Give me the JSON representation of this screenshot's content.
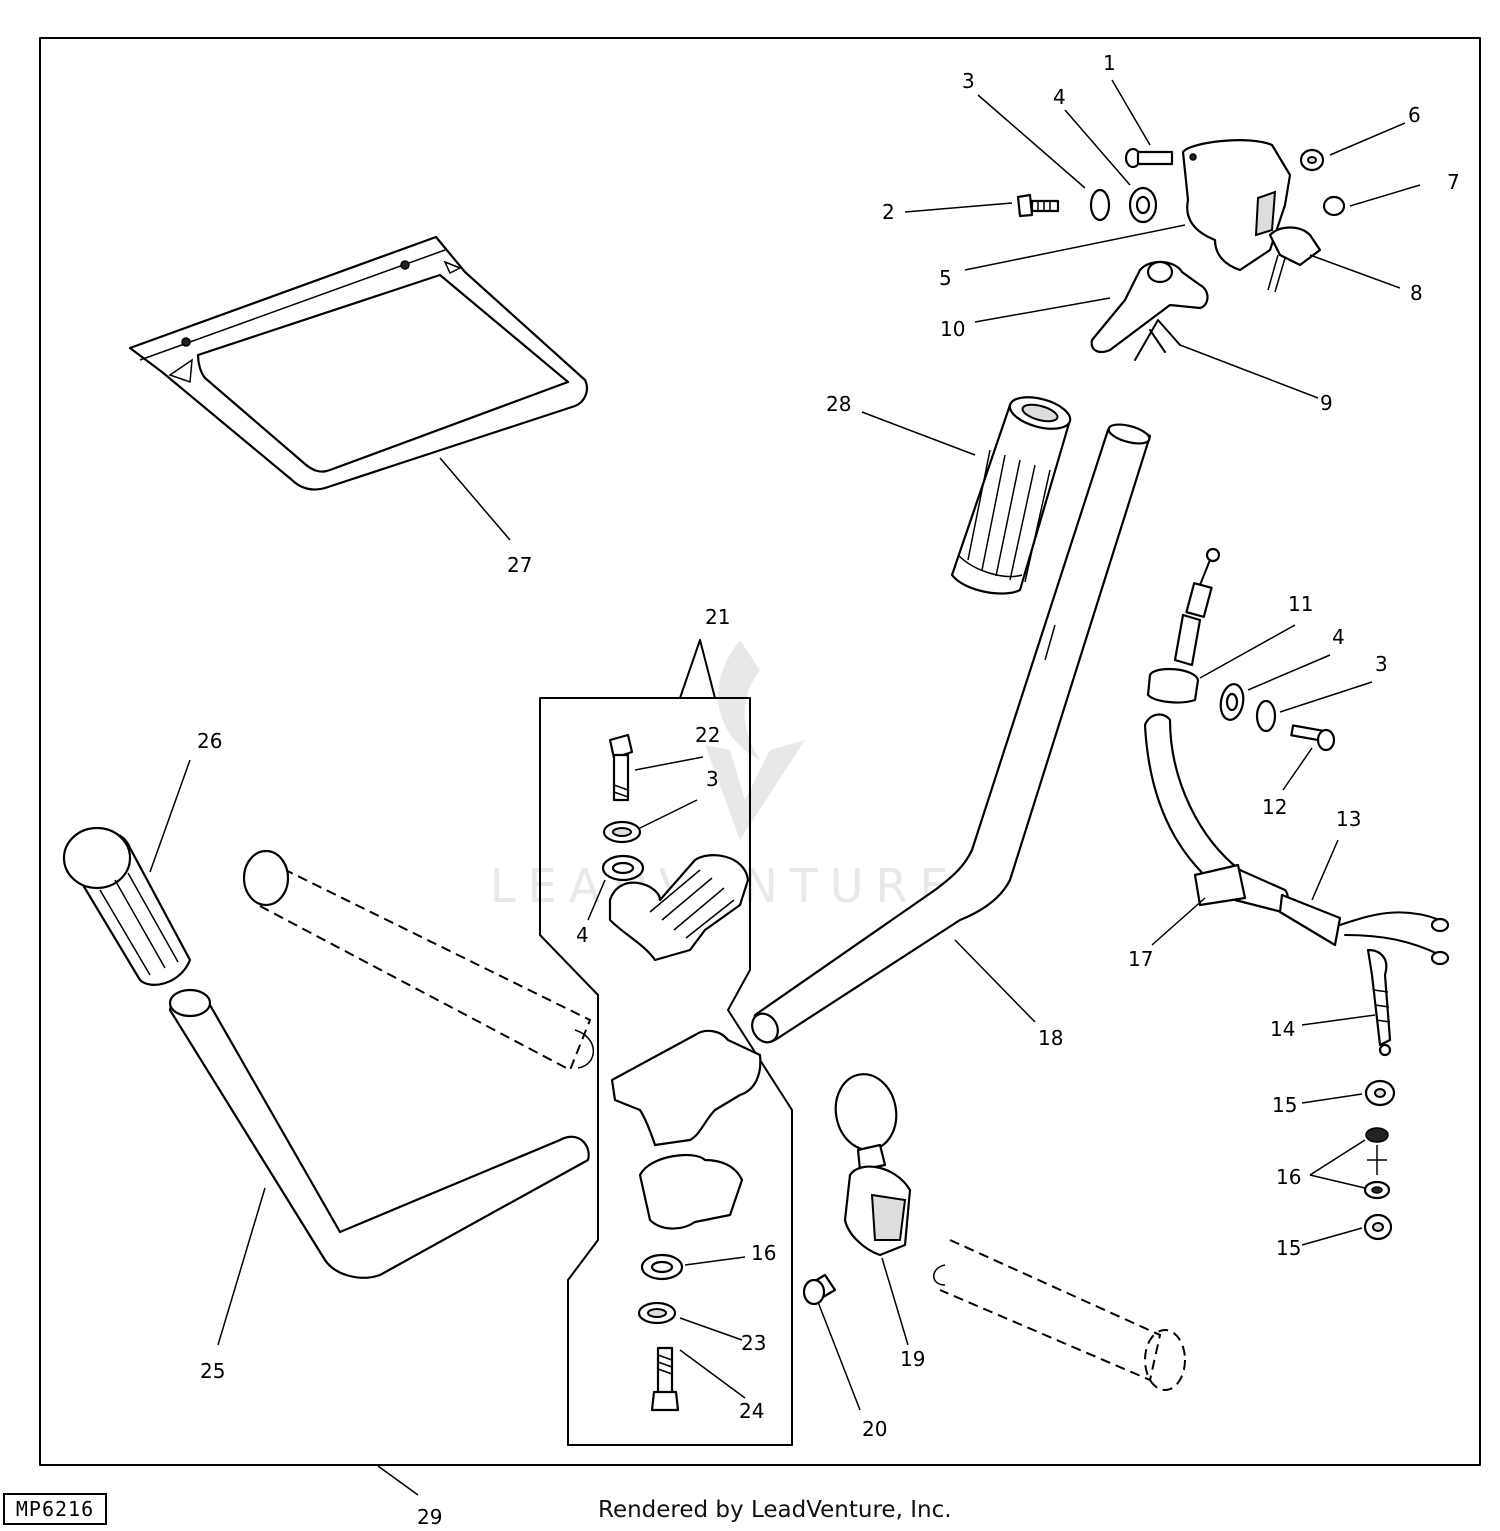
{
  "callouts": {
    "c1": "1",
    "c2": "2",
    "c3a": "3",
    "c4a": "4",
    "c5": "5",
    "c6": "6",
    "c7": "7",
    "c8": "8",
    "c9": "9",
    "c10": "10",
    "c11": "11",
    "c4b": "4",
    "c3b": "3",
    "c12": "12",
    "c13": "13",
    "c14": "14",
    "c15a": "15",
    "c16a": "16",
    "c15b": "15",
    "c17": "17",
    "c18": "18",
    "c19": "19",
    "c20": "20",
    "c21": "21",
    "c22": "22",
    "c3c": "3",
    "c4c": "4",
    "c16b": "16",
    "c23": "23",
    "c24": "24",
    "c25": "25",
    "c26": "26",
    "c27": "27",
    "c28": "28",
    "c29": "29"
  },
  "watermark": "LEADVENTURE",
  "figure_id": "MP6216",
  "credit": "Rendered by LeadVenture, Inc."
}
